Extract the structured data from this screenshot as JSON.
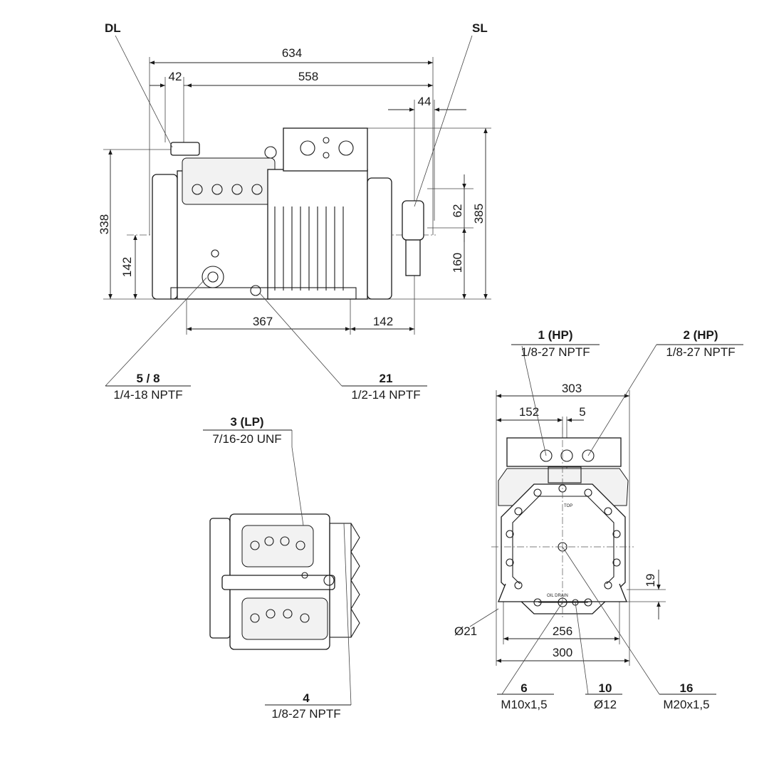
{
  "side_view": {
    "labels": {
      "dl": "DL",
      "sl": "SL"
    },
    "dimensions": {
      "overall_length": "634",
      "length_558": "558",
      "offset_42": "42",
      "offset_44": "44",
      "height_338": "338",
      "height_142": "142",
      "height_385": "385",
      "height_62": "62",
      "height_160": "160",
      "width_367": "367",
      "width_142": "142"
    },
    "callouts": [
      {
        "number": "5 / 8",
        "thread": "1/4-18 NPTF"
      },
      {
        "number": "21",
        "thread": "1/2-14 NPTF"
      }
    ]
  },
  "top_view": {
    "callouts": [
      {
        "number": "3 (LP)",
        "thread": "7/16-20 UNF"
      },
      {
        "number": "4",
        "thread": "1/8-27 NPTF"
      }
    ]
  },
  "end_view": {
    "dimensions": {
      "width_303": "303",
      "offset_152": "152",
      "offset_5": "5",
      "height_19": "19",
      "hole_21": "Ø21",
      "width_256": "256",
      "width_300": "300"
    },
    "engraved": {
      "top": "TOP",
      "oil_drain": "OIL DRAIN"
    },
    "callouts": [
      {
        "number": "1 (HP)",
        "thread": "1/8-27 NPTF"
      },
      {
        "number": "2 (HP)",
        "thread": "1/8-27 NPTF"
      },
      {
        "number": "6",
        "thread": "M10x1,5"
      },
      {
        "number": "10",
        "thread": "Ø12"
      },
      {
        "number": "16",
        "thread": "M20x1,5"
      }
    ]
  }
}
